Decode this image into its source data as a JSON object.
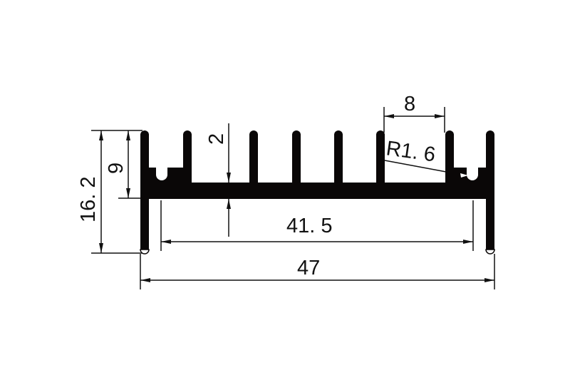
{
  "drawing": {
    "type": "heatsink-profile-cross-section",
    "fill_color": "#0a0707",
    "line_color": "#111111",
    "background": "#ffffff"
  },
  "dimensions": {
    "overall_width": "47",
    "inner_width": "41.5",
    "overall_height": "16.2",
    "fin_height": "9",
    "base_thickness": "2",
    "fin_pitch": "8",
    "fin_radius": "R1. 6"
  },
  "labels": {
    "overall_width": "47",
    "inner_width": "41. 5",
    "overall_height": "16. 2",
    "fin_height": "9",
    "base_thickness": "2",
    "fin_pitch": "8",
    "fin_radius": "R1. 6"
  },
  "fins": {
    "count_upper": 8,
    "centers_x": [
      203,
      263,
      356,
      416,
      475,
      534,
      631,
      688
    ]
  }
}
